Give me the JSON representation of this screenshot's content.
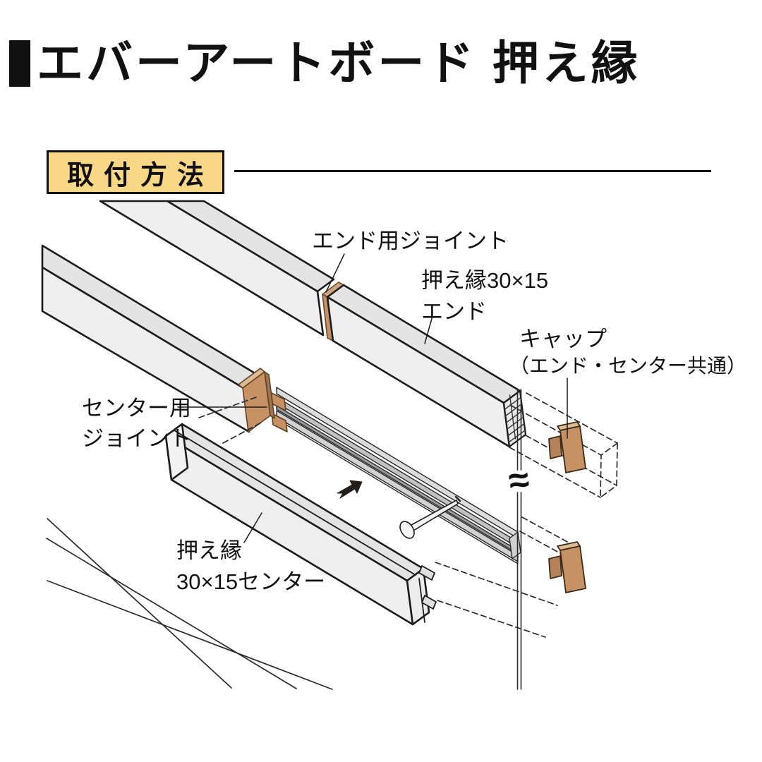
{
  "header": {
    "title": "エバーアートボード 押え縁"
  },
  "section": {
    "label": "取付方法"
  },
  "diagram": {
    "labels": {
      "end_joint": "エンド用ジョイント",
      "end_bar_line1": "押え縁30×15",
      "end_bar_line2": "エンド",
      "cap_line1": "キャップ",
      "cap_line2": "（エンド・センター共通）",
      "center_joint_line1": "センター用",
      "center_joint_line2": "ジョイント",
      "center_bar_line1": "押え縁",
      "center_bar_line2": "30×15センター",
      "break_mark": "≈"
    },
    "icons": {
      "insert_arrow": "solid-arrow-up-right",
      "screw": "flat-head-screw",
      "break": "double-tilde-pipe-break"
    },
    "colors": {
      "bar_top_face": "#e4e4e4",
      "bar_front_face": "#efefef",
      "rail_band_light": "#dcdcdc",
      "rail_band_mid": "#c2c2c2",
      "rail_band_dark": "#9e9e9e",
      "joint_brown": "#c69263",
      "joint_brown_light": "#debb92",
      "joint_brown_dark": "#a1744a",
      "strip_brown": "#cfa67c",
      "outline": "#1c1c1c",
      "section_box_bg": "#f8d787"
    }
  }
}
